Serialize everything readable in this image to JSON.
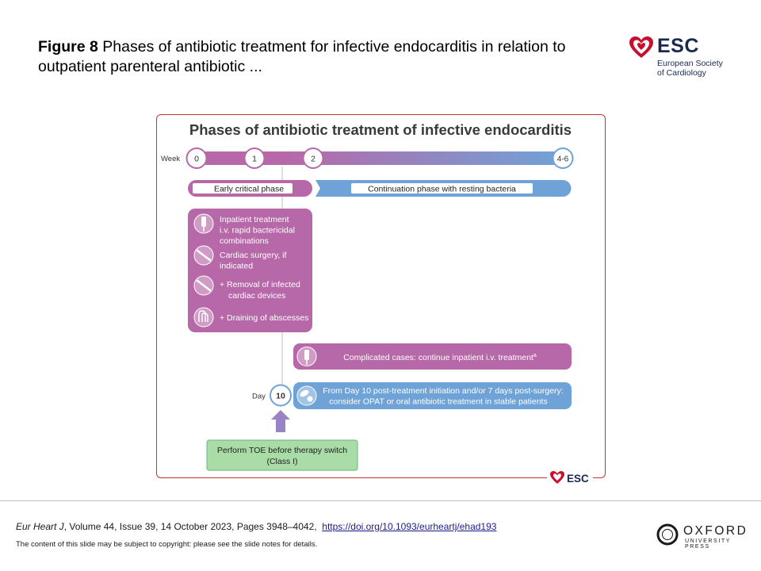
{
  "slide": {
    "title_label": "Figure 8",
    "title_text": "Phases of antibiotic treatment for infective endocarditis in relation to outpatient parenteral antibiotic ..."
  },
  "logo": {
    "word": "ESC",
    "subtitle_line1": "European Society",
    "subtitle_line2": "of Cardiology",
    "icon": "heart-logo-icon"
  },
  "diagram": {
    "title": "Phases of antibiotic treatment of infective endocarditis",
    "week_label": "Week",
    "weeks": [
      "0",
      "1",
      "2",
      "4-6"
    ],
    "phases": {
      "early": "Early critical phase",
      "continuation": "Continuation phase with resting bacteria"
    },
    "early_items": [
      {
        "icon": "iv-bag-icon",
        "lines": [
          "Inpatient treatment",
          "i.v. rapid bactericidal",
          "combinations"
        ]
      },
      {
        "icon": "scalpel-icon",
        "lines": [
          "Cardiac surgery, if",
          "indicated"
        ]
      },
      {
        "icon": "scalpel-icon",
        "lines": [
          "+  Removal of infected",
          "cardiac devices"
        ]
      },
      {
        "icon": "drain-tube-icon",
        "lines": [
          "+  Draining of abscesses"
        ]
      }
    ],
    "complicated": {
      "icon": "iv-bag-icon",
      "text": "Complicated cases: continue inpatient i.v. treatment",
      "superscript": "a"
    },
    "day_label": "Day",
    "day_value": "10",
    "opat": {
      "icon": "pills-icon",
      "line1": "From Day 10 post-treatment initiation and/or 7 days post-surgery:",
      "line2": "consider OPAT or oral antibiotic treatment in stable patients"
    },
    "toe": {
      "line1": "Perform TOE before therapy switch",
      "line2": "(Class I)"
    },
    "corner_logo": "ESC",
    "colors": {
      "purple": "#b768a8",
      "blue": "#6fa3d8",
      "green_fill": "#a9dca6",
      "green_border": "#5fb87a",
      "arrow": "#9a82c6",
      "frame": "#c0392b",
      "title": "#3a3a3a"
    }
  },
  "footer": {
    "journal": "Eur Heart J",
    "citation": ", Volume 44, Issue 39, 14 October 2023, Pages 3948–4042,",
    "doi": "https://doi.org/10.1093/eurheartj/ehad193",
    "copyright": "The content of this slide may be subject to copyright: please see the slide notes for details.",
    "publisher_name": "OXFORD",
    "publisher_sub": "UNIVERSITY PRESS"
  }
}
